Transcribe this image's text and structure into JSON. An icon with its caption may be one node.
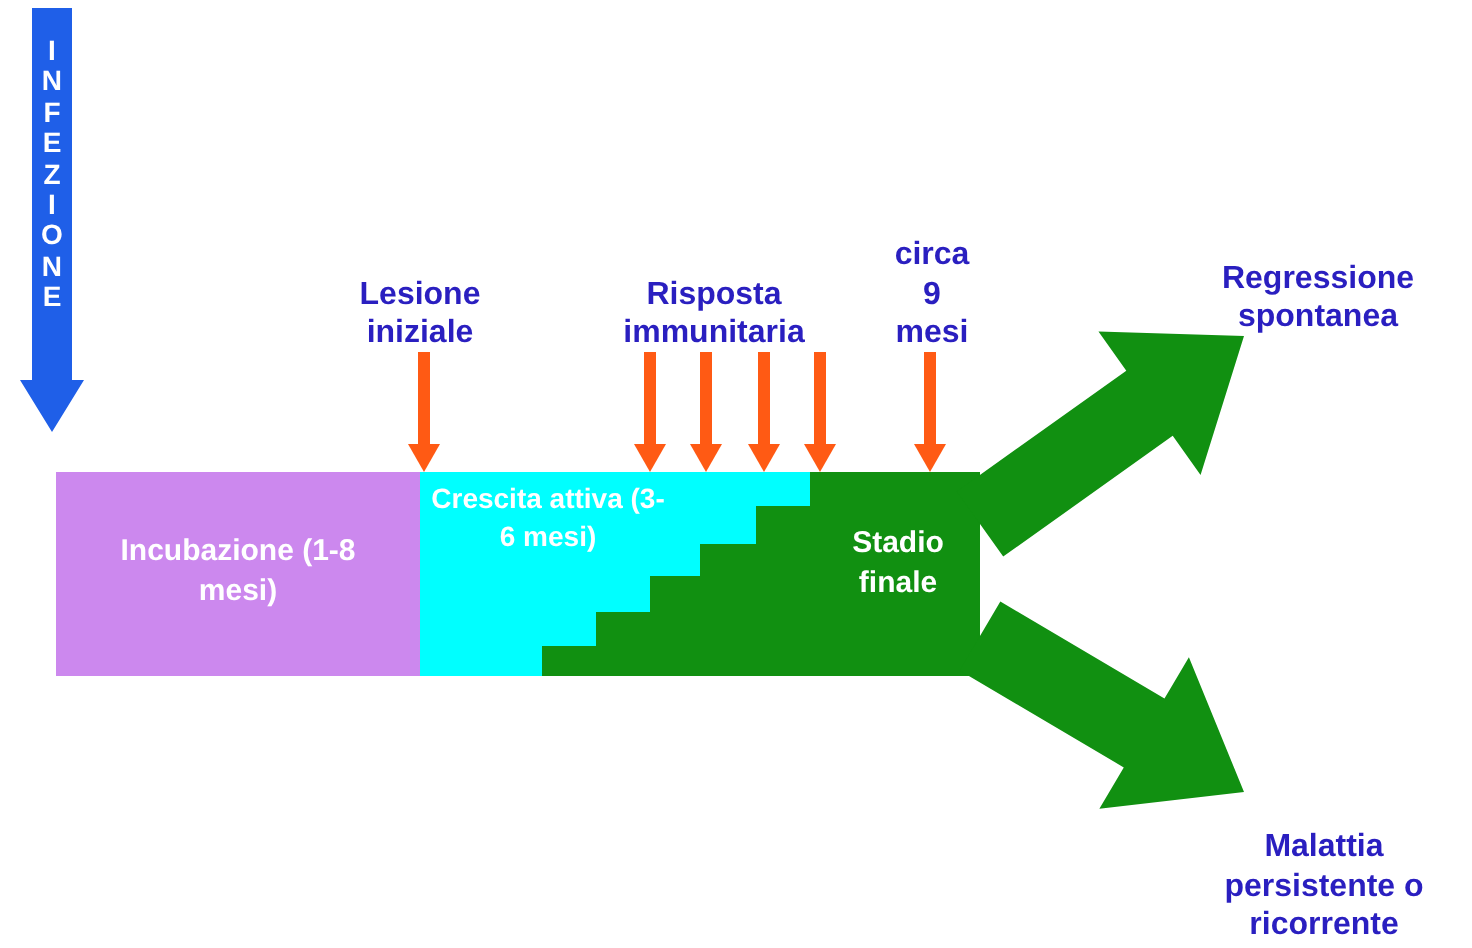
{
  "diagram": {
    "nodes": [
      {
        "text": [
          "INFEZIONE"
        ]
      },
      {
        "text": [
          "Incubazione (1-8 mesi)"
        ]
      },
      {
        "text": [
          "Crescita attiva (3-6 mesi)"
        ]
      },
      {
        "text": [
          "Stadio finale"
        ]
      },
      {
        "text": [
          "Regressione spontanea"
        ]
      },
      {
        "text": [
          "Malattia persistente o ricorrente"
        ]
      },
      {
        "text": [
          "Lesione iniziale"
        ]
      },
      {
        "text": [
          "Risposta immunitaria"
        ]
      },
      {
        "text": [
          "circa 9 mesi"
        ]
      }
    ],
    "edges": [
      {
        "from": 6,
        "to": 2,
        "arrow": "to"
      },
      {
        "from": 7,
        "to": 2,
        "arrow": "to"
      },
      {
        "from": 7,
        "to": 2,
        "arrow": "to"
      },
      {
        "from": 7,
        "to": 2,
        "arrow": "to"
      },
      {
        "from": 7,
        "to": 3,
        "arrow": "to"
      },
      {
        "from": 8,
        "to": 3,
        "arrow": "to"
      },
      {
        "from": 3,
        "to": 4,
        "arrow": "to",
        "style": "thick",
        "color": "#119011"
      },
      {
        "from": 3,
        "to": 5,
        "arrow": "to",
        "style": "thick",
        "color": "#119011"
      }
    ]
  }
}
